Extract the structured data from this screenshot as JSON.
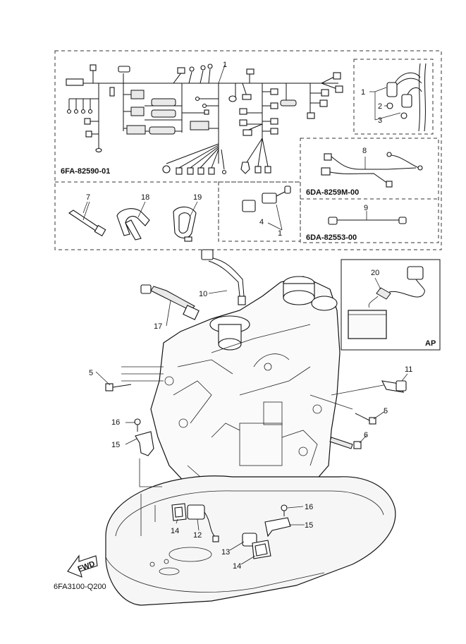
{
  "diagram": {
    "drawing_code": "6FA3100-Q200",
    "kits": [
      {
        "id": "harness",
        "code": "6FA-82590-01"
      },
      {
        "id": "lead-8",
        "code": "6DA-8259M-00"
      },
      {
        "id": "lead-9",
        "code": "6DA-82553-00"
      }
    ],
    "ap_label": "AP",
    "fwd_label": "FWD",
    "callouts": {
      "c1_top": "1",
      "c1_inset": "1",
      "c2": "2",
      "c3": "3",
      "c4": "4",
      "c1_relay": "1",
      "c5_left": "5",
      "c5_right": "5",
      "c6": "6",
      "c7": "7",
      "c8": "8",
      "c9": "9",
      "c10": "10",
      "c11": "11",
      "c12": "12",
      "c13": "13",
      "c14_left": "14",
      "c14_bottom": "14",
      "c15_left": "15",
      "c15_right": "15",
      "c16_left": "16",
      "c16_right": "16",
      "c17": "17",
      "c18": "18",
      "c19": "19",
      "c20": "20"
    }
  }
}
